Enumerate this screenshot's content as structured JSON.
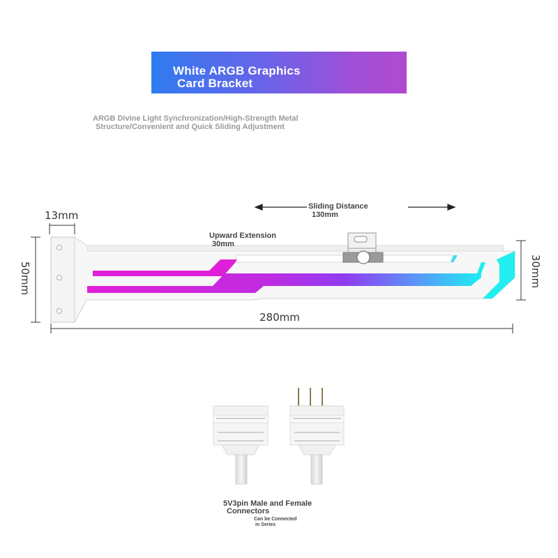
{
  "banner": {
    "line1": "White ARGB Graphics",
    "line2": "Card Bracket"
  },
  "subtitle": {
    "line1": "ARGB Divine Light Synchronization/High-Strength Metal",
    "line2": "Structure/Convenient and Quick Sliding Adjustment"
  },
  "dimensions": {
    "width_13": "13mm",
    "height_50": "50mm",
    "height_30": "30mm",
    "length_280": "280mm",
    "sliding_label": "Sliding Distance",
    "sliding_value": "130mm",
    "upward_label": "Upward Extension",
    "upward_value": "30mm"
  },
  "connectors": {
    "title_line1": "5V3pin Male and Female",
    "title_line2": "Connectors",
    "note_line1": "Can be Connected",
    "note_line2": "in Series"
  },
  "colors": {
    "magenta": "#e020d8",
    "purple": "#9b3df0",
    "blue": "#4aa8f8",
    "cyan": "#20f0f0"
  }
}
